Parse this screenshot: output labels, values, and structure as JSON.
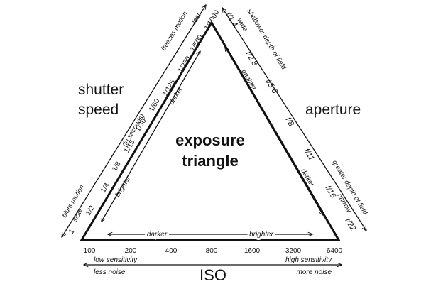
{
  "title": {
    "line1": "exposure",
    "line2": "triangle"
  },
  "shutter": {
    "label_line1": "shutter",
    "label_line2": "speed",
    "ticks": [
      "1",
      "1/2",
      "1/4",
      "1/8",
      "1/15",
      "1/30",
      "1/60",
      "1/125",
      "1/250",
      "1/500",
      "1/1000"
    ],
    "fast": "fast",
    "slow": "slow",
    "in_seconds": "(in seconds)",
    "freezes_motion": "freezes motion",
    "blurs_motion": "blurs motion",
    "darker": "darker",
    "brighter": "brighter"
  },
  "aperture": {
    "label": "aperture",
    "stops": [
      "f/1.4",
      "f/2.8",
      "f/5.6",
      "f/8",
      "f/11",
      "f/16",
      "f/22"
    ],
    "wide": "wide",
    "narrow": "narrow",
    "shallower": "shallower depth of field",
    "greater": "greater depth of field",
    "brighter": "brighter",
    "darker": "darker"
  },
  "iso": {
    "label": "ISO",
    "values": [
      "100",
      "200",
      "400",
      "800",
      "1600",
      "3200",
      "6400"
    ],
    "darker": "darker",
    "brighter": "brighter",
    "low_sensitivity": "low sensitivity",
    "high_sensitivity": "high sensitivity",
    "less_noise": "less noise",
    "more_noise": "more noise"
  }
}
